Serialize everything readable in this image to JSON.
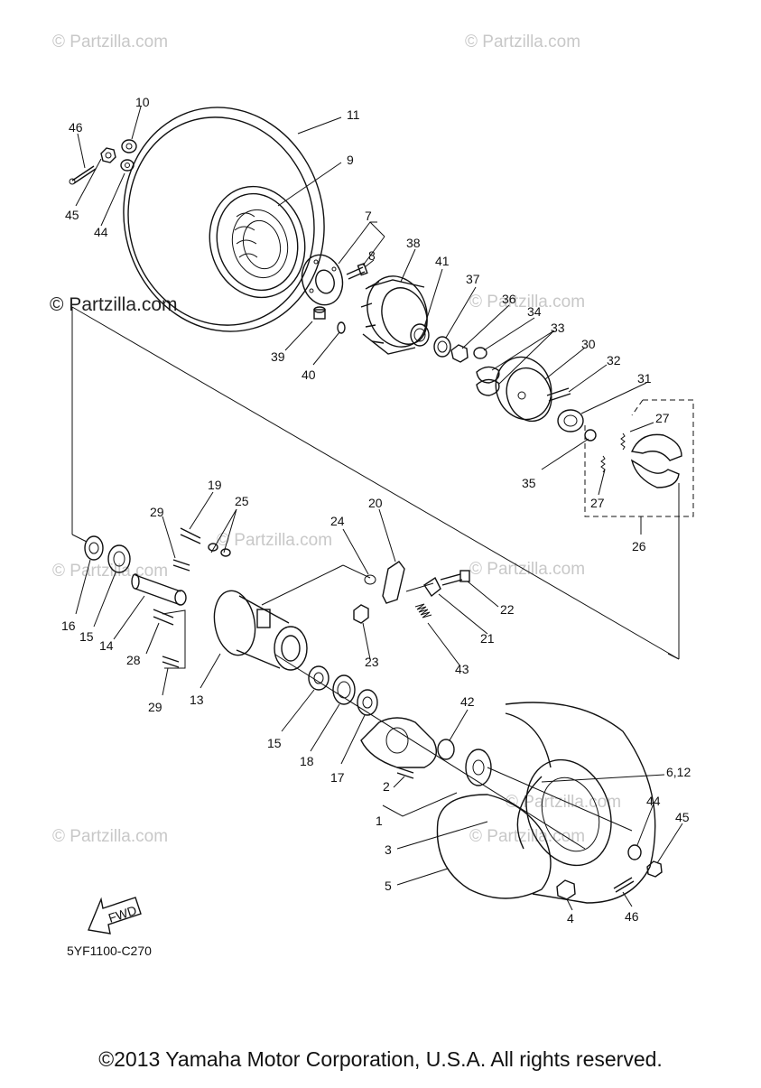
{
  "watermarks": [
    "© Partzilla.com",
    "© Partzilla.com",
    "© Partzilla.com",
    "© Partzilla.com",
    "© Partzilla.com",
    "© Partzilla.com",
    "© Partzilla.com",
    "© Partzilla.com",
    "© Partzilla.com",
    "© Partzilla.com"
  ],
  "diagram_code": "5YF1100-C270",
  "fwd_label": "FWD",
  "copyright": "©2013 Yamaha Motor Corporation, U.S.A. All rights reserved.",
  "callouts": [
    "10",
    "46",
    "11",
    "9",
    "45",
    "44",
    "7",
    "8",
    "38",
    "41",
    "37",
    "36",
    "34",
    "33",
    "30",
    "32",
    "31",
    "27",
    "35",
    "27",
    "26",
    "39",
    "40",
    "19",
    "29",
    "25",
    "20",
    "24",
    "22",
    "21",
    "23",
    "43",
    "16",
    "15",
    "14",
    "28",
    "29",
    "13",
    "15",
    "18",
    "17",
    "42",
    "2",
    "1",
    "3",
    "5",
    "6,12",
    "44",
    "45",
    "4",
    "46"
  ]
}
